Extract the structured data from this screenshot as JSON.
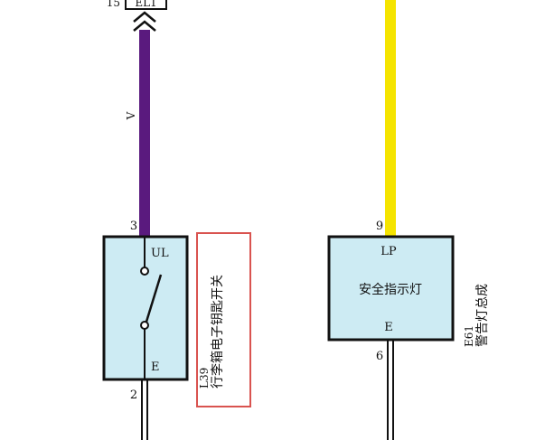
{
  "colors": {
    "wire_violet": "#5a1a7e",
    "wire_yellow": "#f5e400",
    "box_fill": "#cdebf3",
    "highlight": "#d9534f"
  },
  "connector": {
    "pin": "15",
    "name": "EL1"
  },
  "wire_left": {
    "color_code": "V"
  },
  "switch_component": {
    "pin_top": "3",
    "pin_bottom": "2",
    "terminal_top": "UL",
    "terminal_bottom": "E",
    "ref": "L39",
    "name": "行李箱电子钥匙开关"
  },
  "lamp_component": {
    "pin_top": "9",
    "pin_bottom": "6",
    "terminal_top": "LP",
    "terminal_bottom": "E",
    "inner_label": "安全指示灯",
    "ref": "E61",
    "name": "警告灯总成"
  }
}
